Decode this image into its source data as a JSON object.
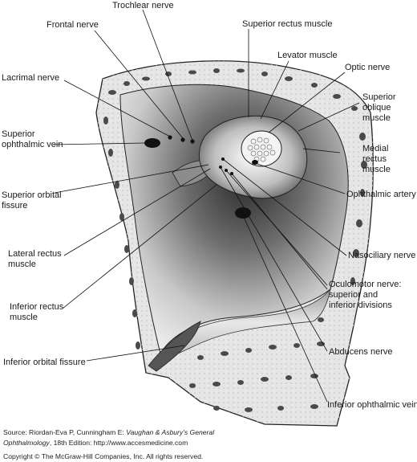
{
  "labels": {
    "trochlear_nerve": "Trochlear nerve",
    "frontal_nerve": "Frontal nerve",
    "superior_rectus_muscle": "Superior rectus muscle",
    "levator_muscle": "Levator muscle",
    "optic_nerve": "Optic nerve",
    "lacrimal_nerve": "Lacrimal nerve",
    "superior_oblique_muscle": [
      "Superior",
      "oblique",
      "muscle"
    ],
    "superior_ophthalmic_vein": [
      "Superior",
      "ophthalmic vein"
    ],
    "medial_rectus_muscle": [
      "Medial",
      "rectus",
      "muscle"
    ],
    "superior_orbital_fissure": [
      "Superior orbital",
      "fissure"
    ],
    "ophthalmic_artery": "Ophthalmic artery",
    "lateral_rectus_muscle": [
      "Lateral rectus",
      "muscle"
    ],
    "nasociliary_nerve": "Nasociliary nerve",
    "oculomotor_nerve": [
      "Oculomotor nerve:",
      "superior and",
      "inferior divisions"
    ],
    "inferior_rectus_muscle": [
      "Inferior rectus",
      "muscle"
    ],
    "inferior_orbital_fissure": "Inferior orbital fissure",
    "abducens_nerve": "Abducens nerve",
    "inferior_ophthalmic_vein": "Inferior ophthalmic vein"
  },
  "credit": {
    "source_prefix": "Source: Riordan-Eva P, Cunningham E: ",
    "source_title_1": "Vaughan & Asbury's General",
    "source_title_2": "Ophthalmology",
    "source_suffix": ", 18th Edition: http://www.accesmedicine.com",
    "copyright": "Copyright © The McGraw-Hill Companies, Inc. All rights reserved."
  }
}
